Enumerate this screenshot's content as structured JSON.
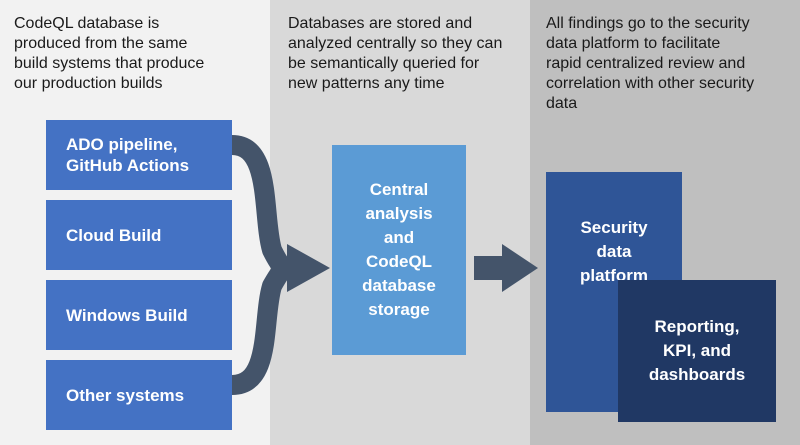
{
  "columns": {
    "sources_description": "CodeQL database is\nproduced from the same\nbuild systems that produce\nour production builds",
    "central_description": "Databases are stored and\nanalyzed centrally so they can\nbe semantically queried for\nnew patterns any time",
    "platform_description": "All findings go to the security\ndata platform to facilitate\nrapid centralized review and\ncorrelation with other security\ndata"
  },
  "sources": [
    {
      "label": "ADO pipeline,\nGitHub Actions"
    },
    {
      "label": "Cloud Build"
    },
    {
      "label": "Windows Build"
    },
    {
      "label": "Other systems"
    }
  ],
  "central_box": {
    "label": "Central\nanalysis\nand\nCodeQL\ndatabase\nstorage"
  },
  "security_box": {
    "label": "Security\ndata\nplatform"
  },
  "reporting_box": {
    "label": "Reporting,\nKPI, and\ndashboards"
  },
  "colors": {
    "source_box": "#4472c4",
    "central_box": "#5b9bd5",
    "security_box": "#2f5597",
    "reporting_box": "#203864",
    "arrow": "#44546a"
  }
}
